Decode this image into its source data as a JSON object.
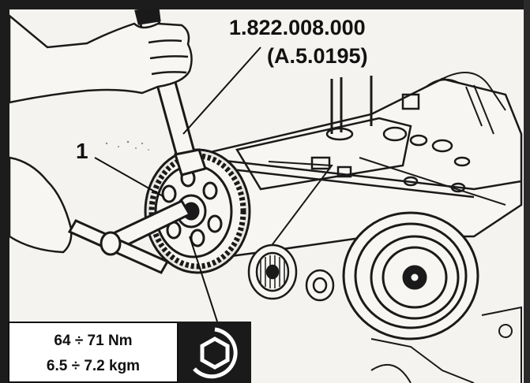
{
  "callouts": {
    "tool_number": "1.822.008.000",
    "tool_alt_number": "(A.5.0195)",
    "item_label": "1"
  },
  "torque": {
    "nm": "64 ÷ 71 Nm",
    "kgm": "6.5 ÷ 7.2 kgm"
  },
  "icons": {
    "socket": "hex-socket-icon"
  },
  "colors": {
    "ink": "#111111",
    "paper": "#f4f3ef"
  }
}
